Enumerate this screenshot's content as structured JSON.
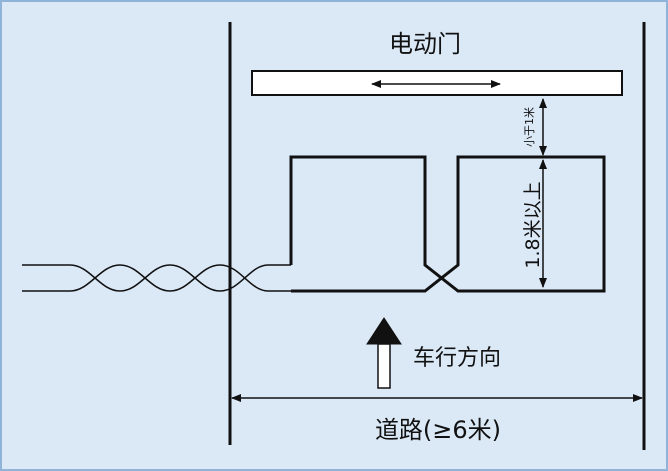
{
  "labels": {
    "gate_title": "电动门",
    "gap_label": "小于1米",
    "loop_size_label": "1.8米以上",
    "direction_label": "车行方向",
    "road_label": "道路(≥6米)"
  },
  "colors": {
    "background": "#dbe9f7",
    "frame": "#8fb3d9",
    "line": "#111111",
    "gate_fill": "#ffffff"
  }
}
